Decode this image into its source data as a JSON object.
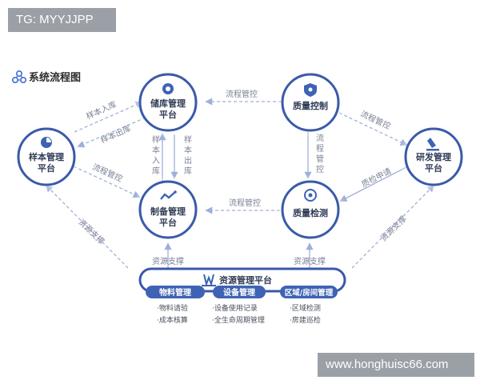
{
  "watermark_top_left": "TG: MYYJJPP",
  "watermark_bottom_right": "www.honghuisc66.com",
  "title": "系统流程图",
  "nodes": {
    "storage": {
      "line1": "储库管理",
      "line2": "平台"
    },
    "quality_control": {
      "line1": "质量控制",
      "line2": ""
    },
    "sample": {
      "line1": "样本管理",
      "line2": "平台"
    },
    "rnd": {
      "line1": "研发管理",
      "line2": "平台"
    },
    "prep": {
      "line1": "制备管理",
      "line2": "平台"
    },
    "quality_test": {
      "line1": "质量检测",
      "line2": ""
    }
  },
  "edges": {
    "qc_to_storage": "流程管控",
    "sample_to_storage": "样本入库",
    "storage_to_sample": "样本出库",
    "prep_to_storage_vertical": "样本入库",
    "storage_to_prep_vertical": "样本出库",
    "sample_to_prep": "流程管控",
    "qc_to_rnd": "流程管控",
    "qc_to_test_vertical": "流程管控",
    "rnd_to_test": "质检申请",
    "test_to_prep": "流程管控",
    "resource_to_sample": "资源支撑",
    "resource_to_rnd": "资源支撑",
    "resource_to_prep": "资源支撑",
    "resource_to_test": "资源支撑"
  },
  "resource_platform": {
    "title": "资源管理平台",
    "groups": [
      {
        "name": "物料管理",
        "items": [
          "·物料请验",
          "·成本核算"
        ]
      },
      {
        "name": "设备管理",
        "items": [
          "·设备使用记录",
          "·全生命周期管理"
        ]
      },
      {
        "name": "区域/房间管理",
        "items": [
          "·区域检测",
          "·房建巡检"
        ]
      }
    ]
  },
  "colors": {
    "node_fill": "#ffffff",
    "node_ring": "#3a5aa8",
    "node_glow": "#dfe6f6",
    "arrow": "#9fb0d8",
    "group_header": "#3e63b4",
    "title_icon": "#3f6fd0"
  }
}
